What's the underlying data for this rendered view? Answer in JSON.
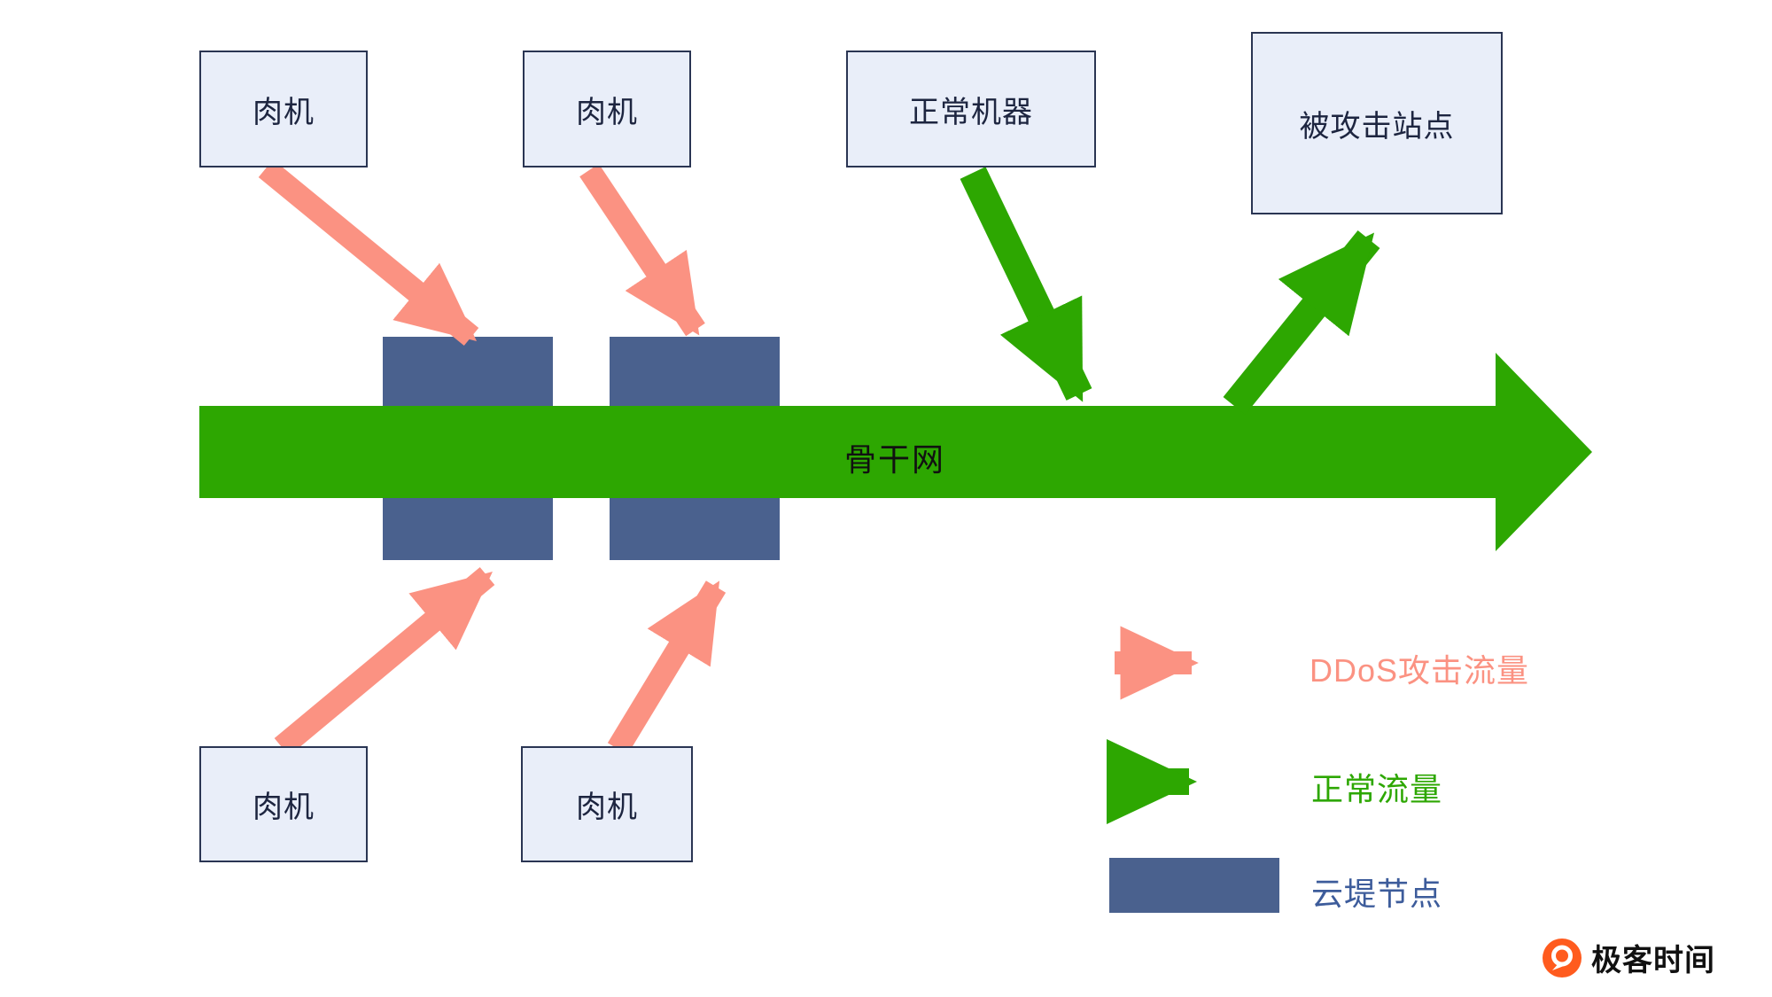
{
  "diagram": {
    "backbone": {
      "label": "骨干网"
    },
    "boxes": [
      {
        "id": "zombie-top-left",
        "label": "肉机"
      },
      {
        "id": "zombie-top-middle",
        "label": "肉机"
      },
      {
        "id": "normal-machine",
        "label": "正常机器"
      },
      {
        "id": "attacked-site",
        "label": "被攻击站点"
      },
      {
        "id": "zombie-bottom-left",
        "label": "肉机"
      },
      {
        "id": "zombie-bottom-middle",
        "label": "肉机"
      }
    ],
    "legend": [
      {
        "symbol": "ddos-attack-arrow",
        "label": "DDoS攻击流量",
        "color": "#FB9282"
      },
      {
        "symbol": "normal-traffic-arrow",
        "label": "正常流量",
        "color": "#2DA701"
      },
      {
        "symbol": "cloud-dike-node",
        "label": "云堤节点",
        "color": "#4A618E"
      }
    ],
    "watermark": {
      "label": "极客时间",
      "logo_color": "#FF5B1E"
    },
    "colors": {
      "attack_traffic": "#FB9282",
      "normal_traffic": "#2DA701",
      "node_fill": "#4A618E",
      "box_fill": "#E9EEF9",
      "box_border": "#2A3553",
      "backbone_label_text": "#111111",
      "legend_node_text": "#3D5C9B"
    }
  }
}
